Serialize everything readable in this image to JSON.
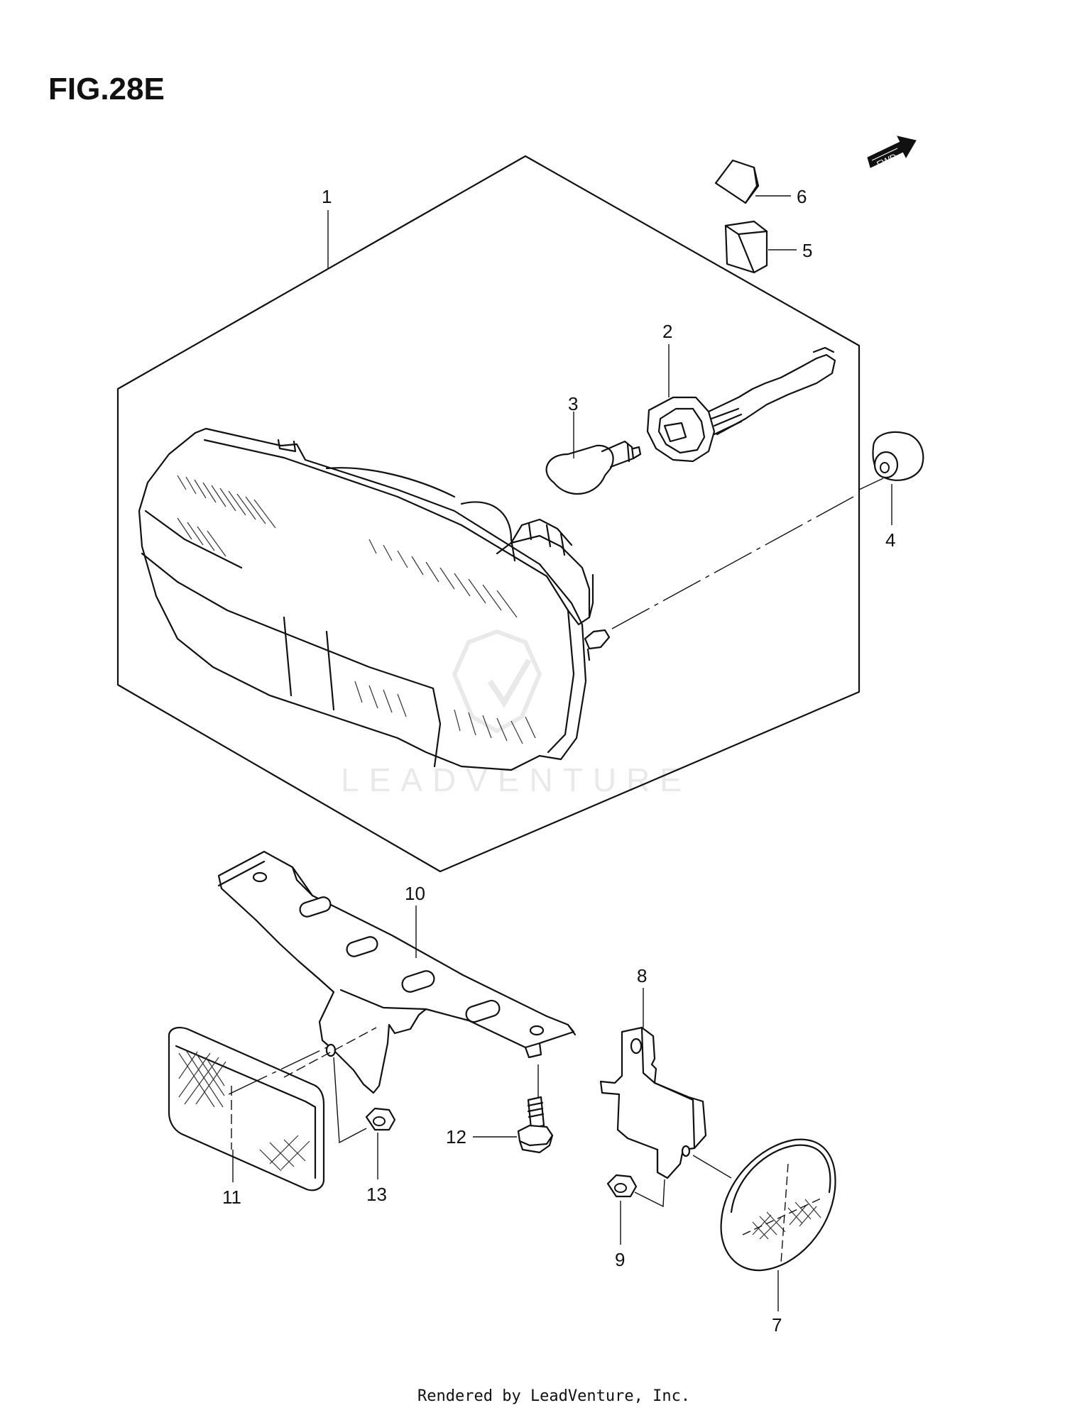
{
  "figure": {
    "title": "FIG.28E"
  },
  "orientation_badge": {
    "label": "FWD",
    "icon": "fwd-arrow-icon"
  },
  "watermark": {
    "text": "LEADVENTURE"
  },
  "footer": {
    "text": "Rendered by LeadVenture, Inc."
  },
  "callouts": [
    {
      "id": "1",
      "label": "1"
    },
    {
      "id": "2",
      "label": "2"
    },
    {
      "id": "3",
      "label": "3"
    },
    {
      "id": "4",
      "label": "4"
    },
    {
      "id": "5",
      "label": "5"
    },
    {
      "id": "6",
      "label": "6"
    },
    {
      "id": "7",
      "label": "7"
    },
    {
      "id": "8",
      "label": "8"
    },
    {
      "id": "9",
      "label": "9"
    },
    {
      "id": "10",
      "label": "10"
    },
    {
      "id": "11",
      "label": "11"
    },
    {
      "id": "12",
      "label": "12"
    },
    {
      "id": "13",
      "label": "13"
    }
  ]
}
